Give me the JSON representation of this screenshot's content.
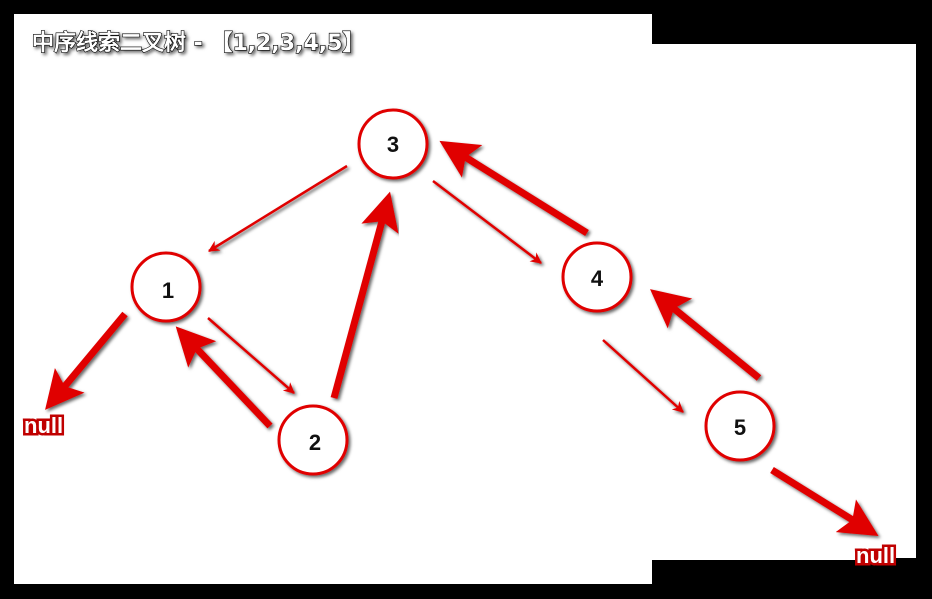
{
  "title": "中序线索二叉树 - 【1,2,3,4,5】",
  "nodes": [
    "3",
    "1",
    "2",
    "4",
    "5"
  ],
  "null_left": "null",
  "null_right": "null",
  "colors": {
    "accent": "#e00000",
    "canvas": "#ffffff",
    "frame": "#000000"
  }
}
